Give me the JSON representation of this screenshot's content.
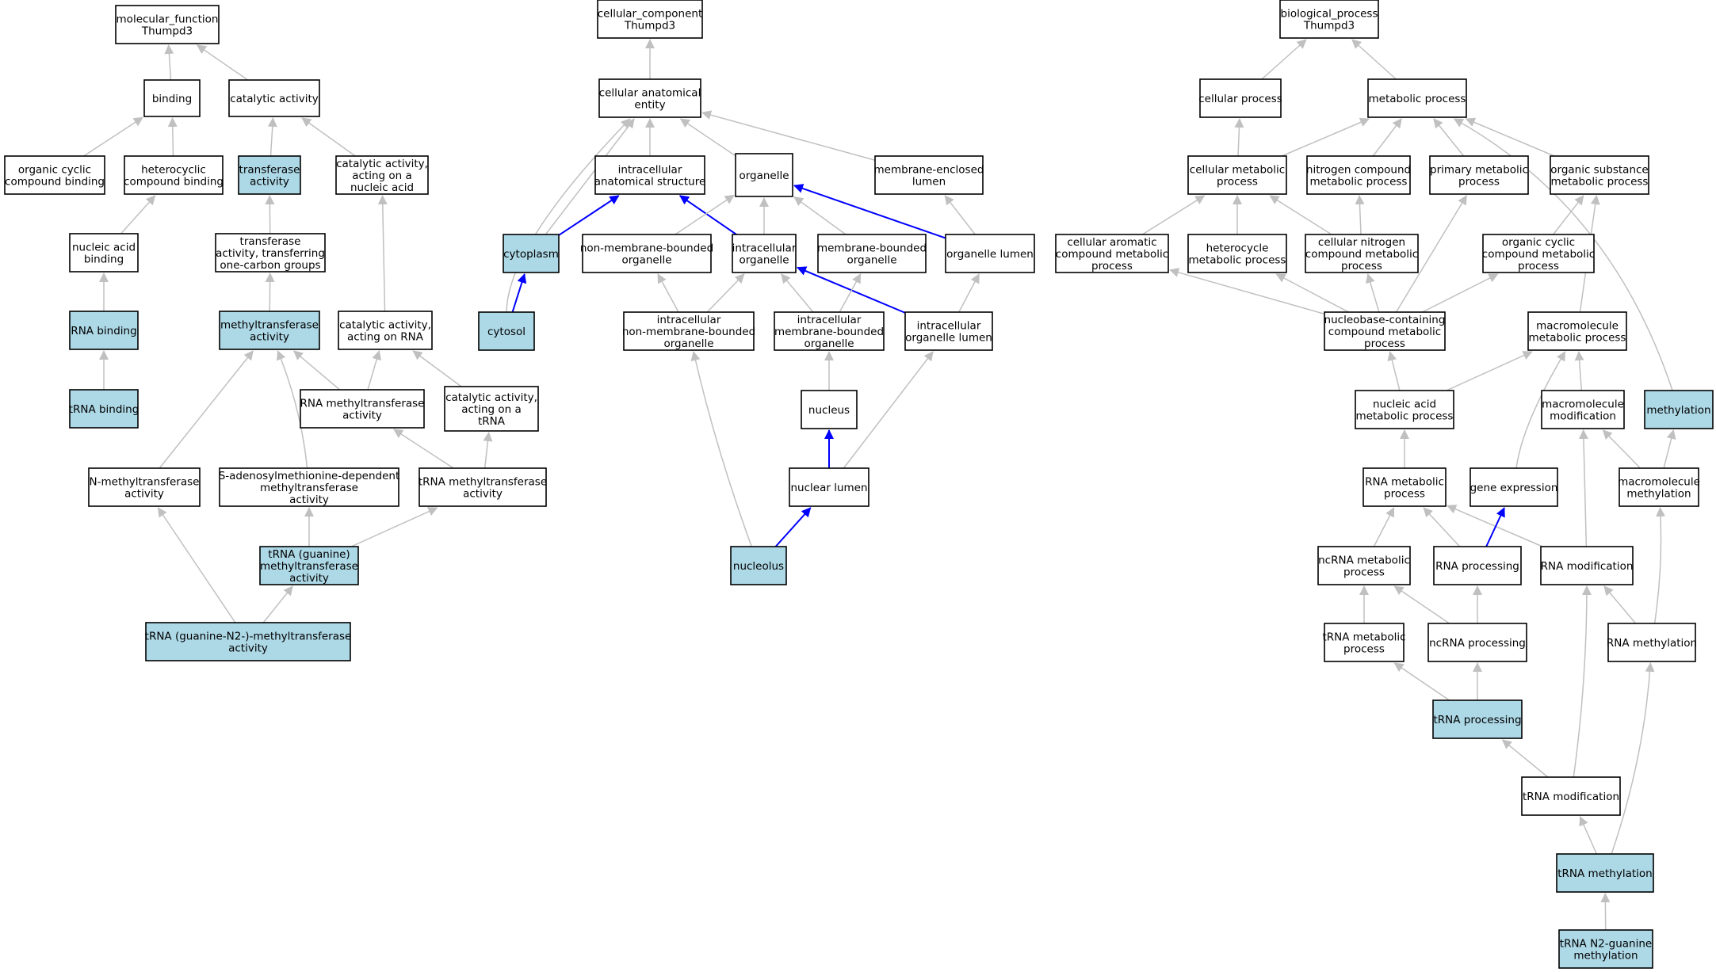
{
  "colors": {
    "highlight_fill": "#add8e6",
    "default_fill": "#ffffff",
    "edge_gray": "#c0c0c0",
    "edge_blue": "#0000ff",
    "border": "#000000"
  },
  "nodes": {
    "mf_root": {
      "lines": [
        "molecular_function",
        "Thumpd3"
      ],
      "highlight": false
    },
    "binding": {
      "lines": [
        "binding"
      ],
      "highlight": false
    },
    "catalytic": {
      "lines": [
        "catalytic activity"
      ],
      "highlight": false
    },
    "org_cyclic_binding": {
      "lines": [
        "organic cyclic",
        "compound binding"
      ],
      "highlight": false
    },
    "heterocyclic_binding": {
      "lines": [
        "heterocyclic",
        "compound binding"
      ],
      "highlight": false
    },
    "transferase": {
      "lines": [
        "transferase",
        "activity"
      ],
      "highlight": true
    },
    "cat_nucleic": {
      "lines": [
        "catalytic activity,",
        "acting on a",
        "nucleic acid"
      ],
      "highlight": false
    },
    "nucleic_binding": {
      "lines": [
        "nucleic acid",
        "binding"
      ],
      "highlight": false
    },
    "transf_onecarbon": {
      "lines": [
        "transferase",
        "activity, transferring",
        "one-carbon groups"
      ],
      "highlight": false
    },
    "rna_binding": {
      "lines": [
        "RNA binding"
      ],
      "highlight": true
    },
    "methyltransferase": {
      "lines": [
        "methyltransferase",
        "activity"
      ],
      "highlight": true
    },
    "cat_rna": {
      "lines": [
        "catalytic activity,",
        "acting on RNA"
      ],
      "highlight": false
    },
    "trna_binding": {
      "lines": [
        "tRNA binding"
      ],
      "highlight": true
    },
    "rna_mt": {
      "lines": [
        "RNA methyltransferase",
        "activity"
      ],
      "highlight": false
    },
    "cat_trna": {
      "lines": [
        "catalytic activity,",
        "acting on a",
        "tRNA"
      ],
      "highlight": false
    },
    "n_mt": {
      "lines": [
        "N-methyltransferase",
        "activity"
      ],
      "highlight": false
    },
    "sam_mt": {
      "lines": [
        "S-adenosylmethionine-dependent",
        "methyltransferase",
        "activity"
      ],
      "highlight": false
    },
    "trna_mt": {
      "lines": [
        "tRNA methyltransferase",
        "activity"
      ],
      "highlight": false
    },
    "trna_guanine_mt": {
      "lines": [
        "tRNA (guanine)",
        "methyltransferase",
        "activity"
      ],
      "highlight": true
    },
    "trna_guanine_n2": {
      "lines": [
        "tRNA (guanine-N2-)-methyltransferase",
        "activity"
      ],
      "highlight": true
    },
    "cc_root": {
      "lines": [
        "cellular_component",
        "Thumpd3"
      ],
      "highlight": false
    },
    "cell_anat": {
      "lines": [
        "cellular anatomical",
        "entity"
      ],
      "highlight": false
    },
    "intra_anat": {
      "lines": [
        "intracellular",
        "anatomical structure"
      ],
      "highlight": false
    },
    "organelle": {
      "lines": [
        "organelle"
      ],
      "highlight": false
    },
    "mem_lumen": {
      "lines": [
        "membrane-enclosed",
        "lumen"
      ],
      "highlight": false
    },
    "cytoplasm": {
      "lines": [
        "cytoplasm"
      ],
      "highlight": true
    },
    "nonmem_org": {
      "lines": [
        "non-membrane-bounded",
        "organelle"
      ],
      "highlight": false
    },
    "intra_org": {
      "lines": [
        "intracellular",
        "organelle"
      ],
      "highlight": false
    },
    "mem_org": {
      "lines": [
        "membrane-bounded",
        "organelle"
      ],
      "highlight": false
    },
    "org_lumen": {
      "lines": [
        "organelle lumen"
      ],
      "highlight": false
    },
    "cytosol": {
      "lines": [
        "cytosol"
      ],
      "highlight": true
    },
    "intra_nonmem": {
      "lines": [
        "intracellular",
        "non-membrane-bounded",
        "organelle"
      ],
      "highlight": false
    },
    "intra_mem": {
      "lines": [
        "intracellular",
        "membrane-bounded",
        "organelle"
      ],
      "highlight": false
    },
    "intra_org_lumen": {
      "lines": [
        "intracellular",
        "organelle lumen"
      ],
      "highlight": false
    },
    "nucleus": {
      "lines": [
        "nucleus"
      ],
      "highlight": false
    },
    "nuclear_lumen": {
      "lines": [
        "nuclear lumen"
      ],
      "highlight": false
    },
    "nucleolus": {
      "lines": [
        "nucleolus"
      ],
      "highlight": true
    },
    "bp_root": {
      "lines": [
        "biological_process",
        "Thumpd3"
      ],
      "highlight": false
    },
    "cell_proc": {
      "lines": [
        "cellular process"
      ],
      "highlight": false
    },
    "met_proc": {
      "lines": [
        "metabolic process"
      ],
      "highlight": false
    },
    "cell_met": {
      "lines": [
        "cellular metabolic",
        "process"
      ],
      "highlight": false
    },
    "nitro_met": {
      "lines": [
        "nitrogen compound",
        "metabolic process"
      ],
      "highlight": false
    },
    "primary_met": {
      "lines": [
        "primary metabolic",
        "process"
      ],
      "highlight": false
    },
    "org_sub_met": {
      "lines": [
        "organic substance",
        "metabolic process"
      ],
      "highlight": false
    },
    "cell_arom": {
      "lines": [
        "cellular aromatic",
        "compound metabolic",
        "process"
      ],
      "highlight": false
    },
    "hetero_met": {
      "lines": [
        "heterocycle",
        "metabolic process"
      ],
      "highlight": false
    },
    "cell_nitro": {
      "lines": [
        "cellular nitrogen",
        "compound metabolic",
        "process"
      ],
      "highlight": false
    },
    "org_cyc_met": {
      "lines": [
        "organic cyclic",
        "compound metabolic",
        "process"
      ],
      "highlight": false
    },
    "nucleobase": {
      "lines": [
        "nucleobase-containing",
        "compound metabolic",
        "process"
      ],
      "highlight": false
    },
    "macro_met": {
      "lines": [
        "macromolecule",
        "metabolic process"
      ],
      "highlight": false
    },
    "nucleic_met": {
      "lines": [
        "nucleic acid",
        "metabolic process"
      ],
      "highlight": false
    },
    "macro_mod": {
      "lines": [
        "macromolecule",
        "modification"
      ],
      "highlight": false
    },
    "methylation": {
      "lines": [
        "methylation"
      ],
      "highlight": true
    },
    "rna_met": {
      "lines": [
        "RNA metabolic",
        "process"
      ],
      "highlight": false
    },
    "gene_expr": {
      "lines": [
        "gene expression"
      ],
      "highlight": false
    },
    "macro_meth": {
      "lines": [
        "macromolecule",
        "methylation"
      ],
      "highlight": false
    },
    "ncrna_met": {
      "lines": [
        "ncRNA metabolic",
        "process"
      ],
      "highlight": false
    },
    "rna_proc": {
      "lines": [
        "RNA processing"
      ],
      "highlight": false
    },
    "rna_mod": {
      "lines": [
        "RNA modification"
      ],
      "highlight": false
    },
    "trna_met": {
      "lines": [
        "tRNA metabolic",
        "process"
      ],
      "highlight": false
    },
    "ncrna_proc": {
      "lines": [
        "ncRNA processing"
      ],
      "highlight": false
    },
    "rna_meth": {
      "lines": [
        "RNA methylation"
      ],
      "highlight": false
    },
    "trna_proc": {
      "lines": [
        "tRNA processing"
      ],
      "highlight": true
    },
    "trna_mod": {
      "lines": [
        "tRNA modification"
      ],
      "highlight": false
    },
    "trna_meth": {
      "lines": [
        "tRNA methylation"
      ],
      "highlight": true
    },
    "trna_n2": {
      "lines": [
        "tRNA N2-guanine",
        "methylation"
      ],
      "highlight": true
    }
  },
  "edges": [
    {
      "from": "binding",
      "to": "mf_root",
      "style": "gray"
    },
    {
      "from": "catalytic",
      "to": "mf_root",
      "style": "gray"
    },
    {
      "from": "org_cyclic_binding",
      "to": "binding",
      "style": "gray"
    },
    {
      "from": "heterocyclic_binding",
      "to": "binding",
      "style": "gray"
    },
    {
      "from": "transferase",
      "to": "catalytic",
      "style": "gray"
    },
    {
      "from": "cat_nucleic",
      "to": "catalytic",
      "style": "gray"
    },
    {
      "from": "nucleic_binding",
      "to": "heterocyclic_binding",
      "style": "gray"
    },
    {
      "from": "transf_onecarbon",
      "to": "transferase",
      "style": "gray"
    },
    {
      "from": "rna_binding",
      "to": "nucleic_binding",
      "style": "gray"
    },
    {
      "from": "methyltransferase",
      "to": "transf_onecarbon",
      "style": "gray"
    },
    {
      "from": "cat_rna",
      "to": "cat_nucleic",
      "style": "gray"
    },
    {
      "from": "trna_binding",
      "to": "rna_binding",
      "style": "gray"
    },
    {
      "from": "rna_mt",
      "to": "methyltransferase",
      "style": "gray"
    },
    {
      "from": "rna_mt",
      "to": "cat_rna",
      "style": "gray"
    },
    {
      "from": "cat_trna",
      "to": "cat_rna",
      "style": "gray"
    },
    {
      "from": "n_mt",
      "to": "methyltransferase",
      "style": "gray"
    },
    {
      "from": "sam_mt",
      "to": "methyltransferase",
      "style": "gray"
    },
    {
      "from": "trna_mt",
      "to": "rna_mt",
      "style": "gray"
    },
    {
      "from": "trna_mt",
      "to": "cat_trna",
      "style": "gray"
    },
    {
      "from": "trna_guanine_mt",
      "to": "sam_mt",
      "style": "gray"
    },
    {
      "from": "trna_guanine_mt",
      "to": "trna_mt",
      "style": "gray"
    },
    {
      "from": "trna_guanine_n2",
      "to": "n_mt",
      "style": "gray"
    },
    {
      "from": "trna_guanine_n2",
      "to": "trna_guanine_mt",
      "style": "gray"
    },
    {
      "from": "cell_anat",
      "to": "cc_root",
      "style": "gray"
    },
    {
      "from": "intra_anat",
      "to": "cell_anat",
      "style": "gray"
    },
    {
      "from": "organelle",
      "to": "cell_anat",
      "style": "gray"
    },
    {
      "from": "mem_lumen",
      "to": "cell_anat",
      "style": "gray"
    },
    {
      "from": "cytoplasm",
      "to": "cell_anat",
      "style": "gray"
    },
    {
      "from": "cytosol",
      "to": "cell_anat",
      "style": "gray"
    },
    {
      "from": "cytoplasm",
      "to": "intra_anat",
      "style": "blue"
    },
    {
      "from": "intra_org",
      "to": "intra_anat",
      "style": "blue"
    },
    {
      "from": "org_lumen",
      "to": "organelle",
      "style": "blue"
    },
    {
      "from": "nonmem_org",
      "to": "organelle",
      "style": "gray"
    },
    {
      "from": "intra_org",
      "to": "organelle",
      "style": "gray"
    },
    {
      "from": "mem_org",
      "to": "organelle",
      "style": "gray"
    },
    {
      "from": "org_lumen",
      "to": "mem_lumen",
      "style": "gray"
    },
    {
      "from": "cytosol",
      "to": "cytoplasm",
      "style": "blue"
    },
    {
      "from": "intra_nonmem",
      "to": "nonmem_org",
      "style": "gray"
    },
    {
      "from": "intra_nonmem",
      "to": "intra_org",
      "style": "gray"
    },
    {
      "from": "intra_mem",
      "to": "intra_org",
      "style": "gray"
    },
    {
      "from": "intra_org_lumen",
      "to": "intra_org",
      "style": "blue"
    },
    {
      "from": "intra_mem",
      "to": "mem_org",
      "style": "gray"
    },
    {
      "from": "intra_org_lumen",
      "to": "org_lumen",
      "style": "gray"
    },
    {
      "from": "nucleus",
      "to": "intra_mem",
      "style": "gray"
    },
    {
      "from": "nuclear_lumen",
      "to": "intra_org_lumen",
      "style": "gray"
    },
    {
      "from": "nuclear_lumen",
      "to": "nucleus",
      "style": "blue"
    },
    {
      "from": "nucleolus",
      "to": "nuclear_lumen",
      "style": "blue"
    },
    {
      "from": "nucleolus",
      "to": "intra_nonmem",
      "style": "gray"
    },
    {
      "from": "cell_proc",
      "to": "bp_root",
      "style": "gray"
    },
    {
      "from": "met_proc",
      "to": "bp_root",
      "style": "gray"
    },
    {
      "from": "cell_met",
      "to": "cell_proc",
      "style": "gray"
    },
    {
      "from": "cell_met",
      "to": "met_proc",
      "style": "gray"
    },
    {
      "from": "nitro_met",
      "to": "met_proc",
      "style": "gray"
    },
    {
      "from": "primary_met",
      "to": "met_proc",
      "style": "gray"
    },
    {
      "from": "org_sub_met",
      "to": "met_proc",
      "style": "gray"
    },
    {
      "from": "methylation",
      "to": "met_proc",
      "style": "gray"
    },
    {
      "from": "cell_arom",
      "to": "cell_met",
      "style": "gray"
    },
    {
      "from": "hetero_met",
      "to": "cell_met",
      "style": "gray"
    },
    {
      "from": "cell_nitro",
      "to": "cell_met",
      "style": "gray"
    },
    {
      "from": "cell_nitro",
      "to": "nitro_met",
      "style": "gray"
    },
    {
      "from": "org_cyc_met",
      "to": "org_sub_met",
      "style": "gray"
    },
    {
      "from": "macro_met",
      "to": "org_sub_met",
      "style": "gray"
    },
    {
      "from": "nucleobase",
      "to": "cell_arom",
      "style": "gray"
    },
    {
      "from": "nucleobase",
      "to": "hetero_met",
      "style": "gray"
    },
    {
      "from": "nucleobase",
      "to": "cell_nitro",
      "style": "gray"
    },
    {
      "from": "nucleobase",
      "to": "org_cyc_met",
      "style": "gray"
    },
    {
      "from": "nucleobase",
      "to": "primary_met",
      "style": "gray"
    },
    {
      "from": "nucleic_met",
      "to": "nucleobase",
      "style": "gray"
    },
    {
      "from": "nucleic_met",
      "to": "macro_met",
      "style": "gray"
    },
    {
      "from": "macro_mod",
      "to": "macro_met",
      "style": "gray"
    },
    {
      "from": "gene_expr",
      "to": "macro_met",
      "style": "gray"
    },
    {
      "from": "rna_met",
      "to": "nucleic_met",
      "style": "gray"
    },
    {
      "from": "macro_meth",
      "to": "macro_mod",
      "style": "gray"
    },
    {
      "from": "macro_meth",
      "to": "methylation",
      "style": "gray"
    },
    {
      "from": "ncrna_met",
      "to": "rna_met",
      "style": "gray"
    },
    {
      "from": "rna_proc",
      "to": "rna_met",
      "style": "gray"
    },
    {
      "from": "rna_mod",
      "to": "rna_met",
      "style": "gray"
    },
    {
      "from": "rna_proc",
      "to": "gene_expr",
      "style": "blue"
    },
    {
      "from": "rna_mod",
      "to": "macro_mod",
      "style": "gray"
    },
    {
      "from": "trna_met",
      "to": "ncrna_met",
      "style": "gray"
    },
    {
      "from": "ncrna_proc",
      "to": "ncrna_met",
      "style": "gray"
    },
    {
      "from": "ncrna_proc",
      "to": "rna_proc",
      "style": "gray"
    },
    {
      "from": "rna_meth",
      "to": "rna_mod",
      "style": "gray"
    },
    {
      "from": "rna_meth",
      "to": "macro_meth",
      "style": "gray"
    },
    {
      "from": "trna_proc",
      "to": "trna_met",
      "style": "gray"
    },
    {
      "from": "trna_proc",
      "to": "ncrna_proc",
      "style": "gray"
    },
    {
      "from": "trna_mod",
      "to": "trna_proc",
      "style": "gray"
    },
    {
      "from": "trna_mod",
      "to": "rna_mod",
      "style": "gray"
    },
    {
      "from": "trna_meth",
      "to": "trna_mod",
      "style": "gray"
    },
    {
      "from": "trna_meth",
      "to": "rna_meth",
      "style": "gray"
    },
    {
      "from": "trna_n2",
      "to": "trna_meth",
      "style": "gray"
    }
  ]
}
